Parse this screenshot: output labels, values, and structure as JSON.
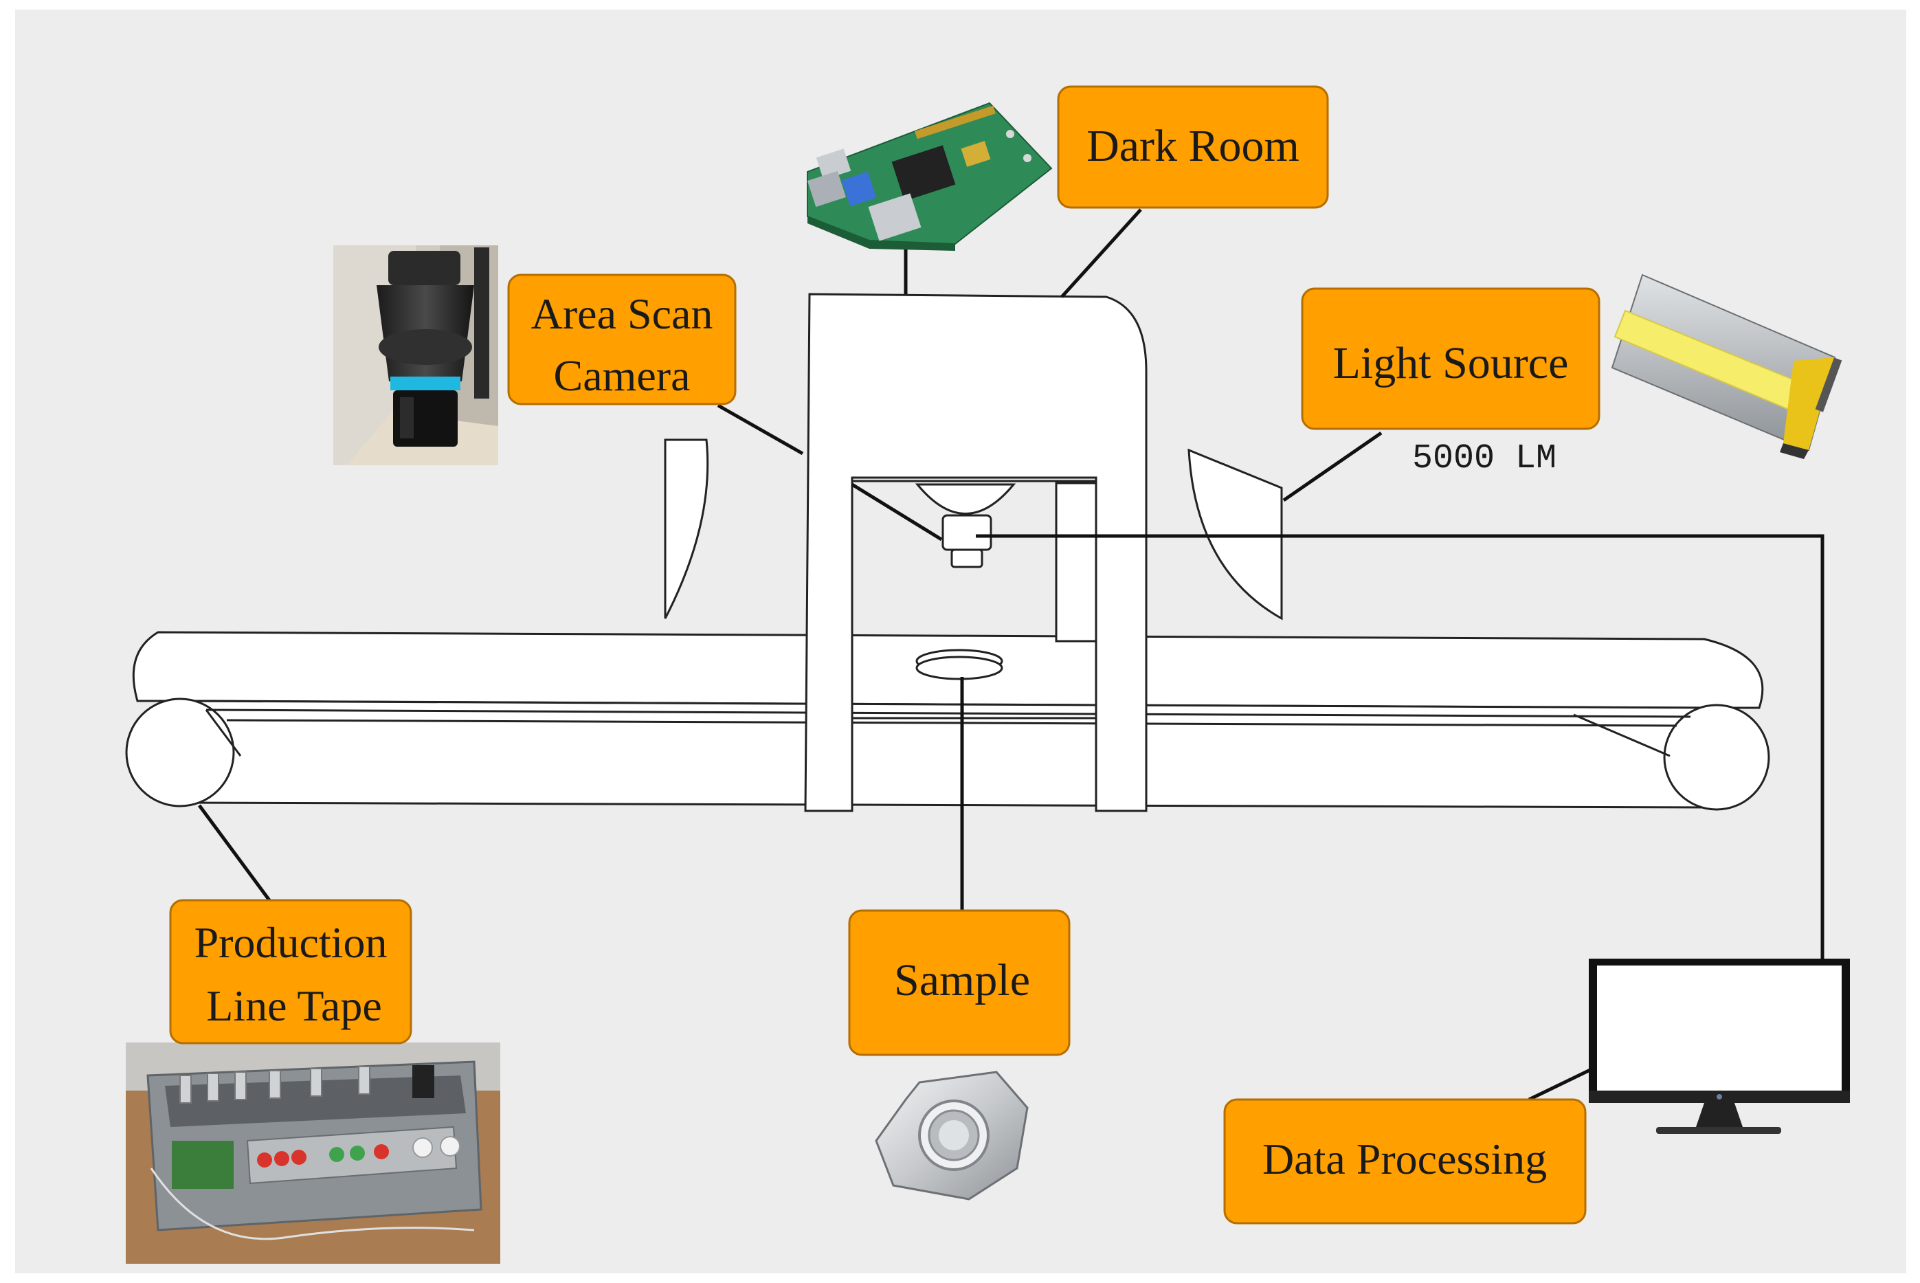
{
  "labels": {
    "dark_room": "Dark Room",
    "area_scan_camera": [
      "Area Scan",
      "Camera"
    ],
    "light_source": "Light Source",
    "light_spec": "5000 LM",
    "production_line_tape": [
      "Production",
      "Line Tape"
    ],
    "sample": "Sample",
    "data_processing": "Data Processing"
  },
  "colors": {
    "label_fill": "#FF9F00",
    "label_border": "#B56E00",
    "background": "#EDEDED",
    "line": "#111111",
    "camera_ring": "#1FB8E0",
    "board_green": "#2E8B57",
    "lamp_body": "#B9BEC4",
    "lamp_face": "#F6EE6A",
    "lamp_trim": "#E9C21A",
    "button_red": "#D9342B",
    "button_green": "#3FA34D"
  },
  "icons": {
    "raspberry_pi": "raspberry-pi-board-icon",
    "camera": "area-scan-camera-icon",
    "lamp": "led-flood-light-icon",
    "control_panel": "production-line-panel-icon",
    "hex_nut": "hex-nut-icon",
    "monitor": "monitor-icon"
  }
}
